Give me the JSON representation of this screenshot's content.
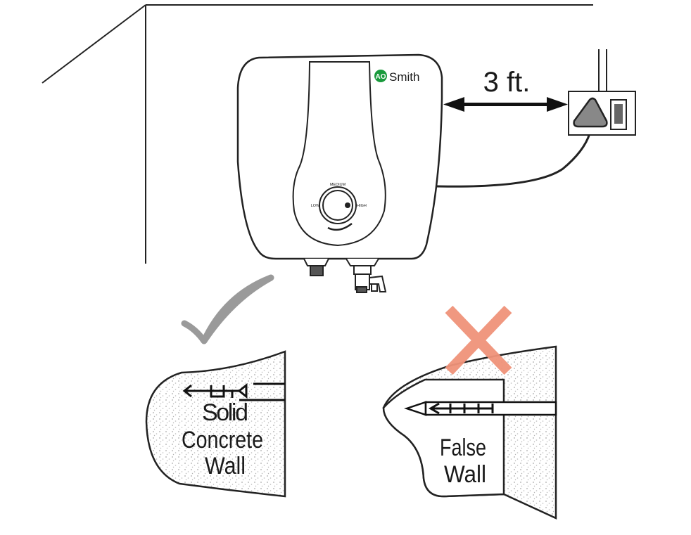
{
  "brand": {
    "logo_mark": "AO",
    "logo_text": "Smith",
    "color": "#1a9a3c"
  },
  "dial": {
    "top_label": "MEDIUM",
    "left_label": "LOW",
    "right_label": "HIGH"
  },
  "distance": {
    "label": "3 ft."
  },
  "correct_wall": {
    "line1": "Solid",
    "line2": "Concrete",
    "line3": "Wall",
    "mark_color": "#9a9a9a"
  },
  "wrong_wall": {
    "line1": "False",
    "line2": "Wall",
    "mark_color": "#f0937a"
  }
}
